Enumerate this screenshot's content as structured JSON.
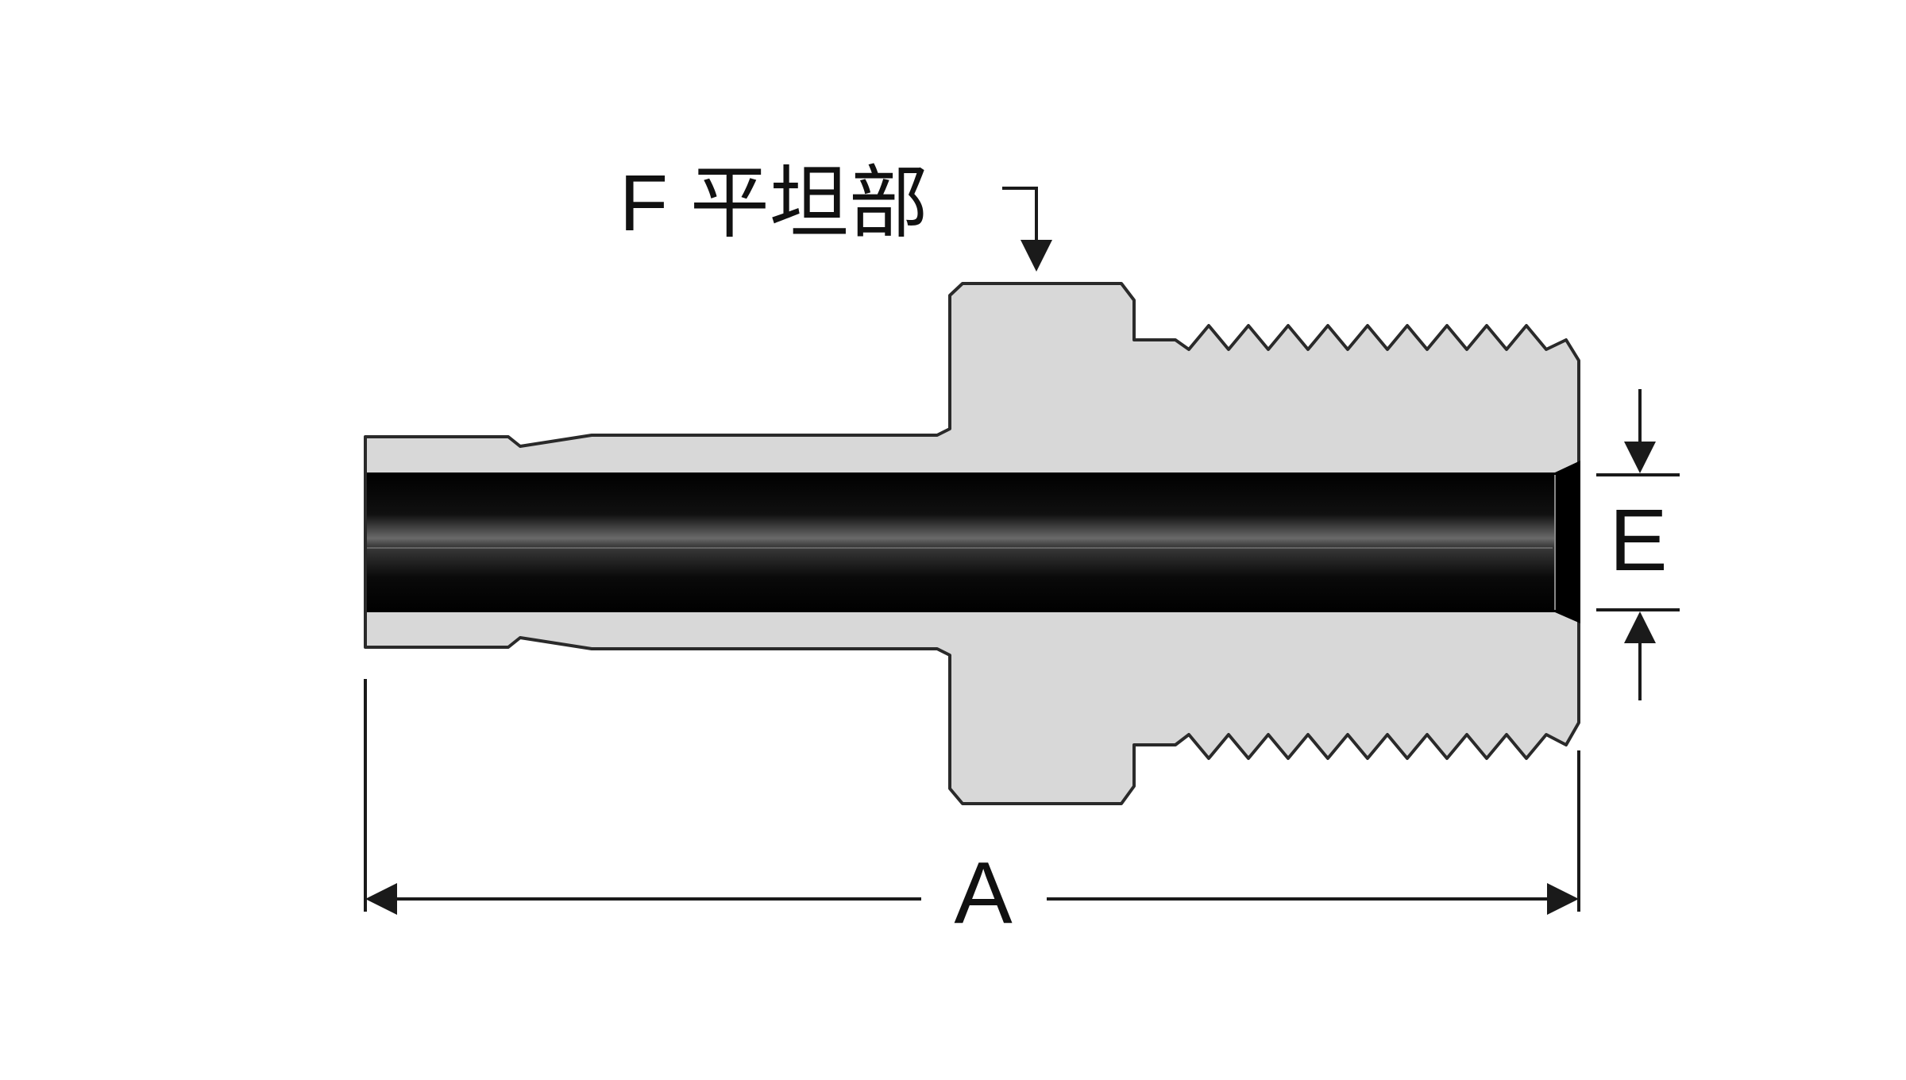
{
  "labels": {
    "flat": "F 平坦部",
    "dim_a": "A",
    "dim_e": "E"
  },
  "colors": {
    "body": "#d8d8d8",
    "outline": "#2a2a2a",
    "bore": "#060606",
    "bore_highlight": "#5a5a5a",
    "dimension": "#1a1a1a",
    "background": "#ffffff"
  }
}
